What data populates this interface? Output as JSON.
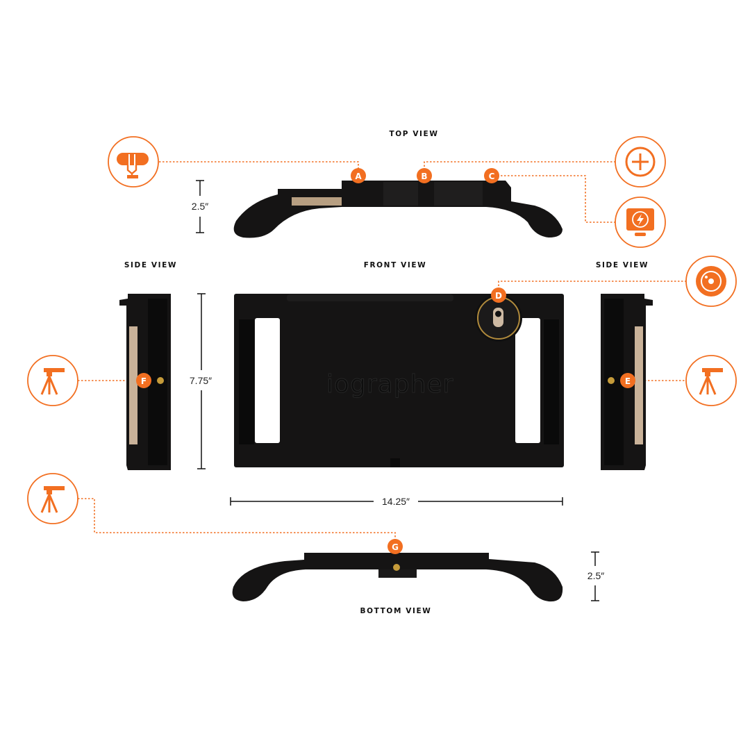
{
  "colors": {
    "accent": "#f26f21",
    "product": "#151414",
    "lens_ring": "#b08a3c"
  },
  "views": {
    "top": "TOP VIEW",
    "side_left": "SIDE VIEW",
    "front": "FRONT VIEW",
    "side_right": "SIDE VIEW",
    "bottom": "BOTTOM VIEW"
  },
  "dimensions": {
    "top_height": "2.5″",
    "front_height": "7.75″",
    "front_width": "14.25″",
    "bottom_height": "2.5″"
  },
  "badges": {
    "a": "A",
    "b": "B",
    "c": "C",
    "d": "D",
    "e": "E",
    "f": "F",
    "g": "G"
  },
  "icons": {
    "a": "microphone-icon",
    "b": "plus-icon",
    "c": "light-panel-icon",
    "d": "lens-icon",
    "e": "tripod-icon",
    "f": "tripod-icon",
    "g": "tripod-icon"
  },
  "logo_text": "iographer"
}
